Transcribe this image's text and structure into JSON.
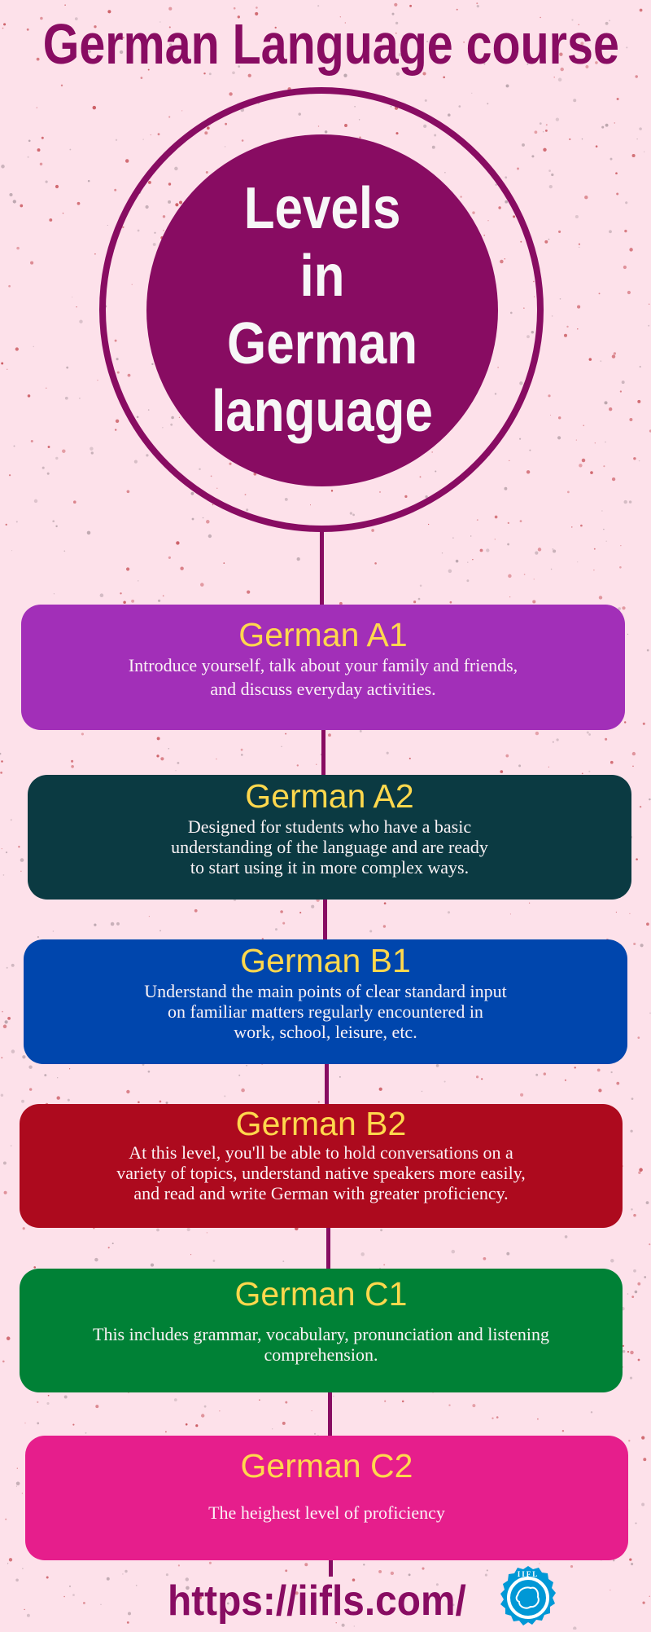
{
  "header": {
    "title": "German Language course"
  },
  "hero": {
    "lines": [
      "Levels",
      "in",
      "German",
      "language"
    ]
  },
  "levels": [
    {
      "heading": "German A1",
      "description": "Introduce yourself, talk about your family and friends,\nand discuss everyday activities.",
      "color": "#a22fb8"
    },
    {
      "heading": "German A2",
      "description": "Designed for students who have a basic\nunderstanding of the language and are ready\nto start using it in more complex ways.",
      "color": "#0b3a42"
    },
    {
      "heading": "German B1",
      "description": "Understand the main points of clear standard input\non familiar matters regularly encountered in\nwork, school, leisure, etc.",
      "color": "#0046ad"
    },
    {
      "heading": "German B2",
      "description": "At this level, you'll be able to hold conversations on a\nvariety of topics, understand native speakers more easily,\nand read and write German with greater proficiency.",
      "color": "#ad0a1e"
    },
    {
      "heading": "German C1",
      "description": "This includes grammar, vocabulary, pronunciation and listening\ncomprehension.",
      "color": "#008136"
    },
    {
      "heading": "German C2",
      "description": "The heighest level of proficiency",
      "color": "#e61e8c"
    }
  ],
  "footer": {
    "url": "https://iifls.com/",
    "logo_text": "IIFL",
    "logo_icon": "globe-badge-icon"
  },
  "colors": {
    "background": "#fde1ea",
    "brand_purple": "#880c62",
    "heading_yellow": "#ffd84d",
    "logo_blue": "#0098d6"
  }
}
